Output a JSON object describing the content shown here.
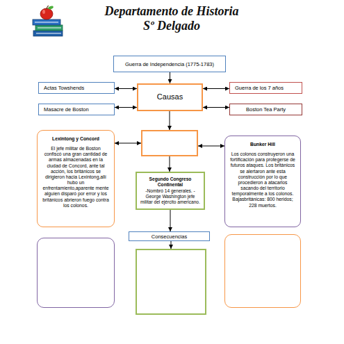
{
  "diagram": {
    "title": "Departamento de Historia Sº Delgado",
    "nodes": [
      {
        "text": [
          "Guerra de Independencia (1775-1783)"
        ]
      },
      {
        "text": [
          "Actas Towshends"
        ]
      },
      {
        "text": [
          "Causas"
        ]
      },
      {
        "text": [
          "Guerra de los 7 años"
        ]
      },
      {
        "text": [
          "Masacre de Boston"
        ]
      },
      {
        "text": [
          "Boston Tea Party"
        ]
      },
      {
        "text": [
          "Lexintong y Concord",
          "El jefe militar de Boston confiscó una gran cantidad de armas almacenadas en la ciudad de Concord, ante tal acción, los británicos se dirigieron hacia Lexintong,allí hubo un enfrentamiento,aparente mente alguien disparó por error y los británicos abrieron fuego contra los colonos."
        ]
      },
      {
        "text": []
      },
      {
        "text": [
          "Bunker Hill",
          "Los colonos construyeron una fortificación para protegerse de futuros ataques. Los británicos se alertaron ante esta construcción por lo que procedieron a atacarlos sacando del territorio temporalmente a los colonos. Bajasbritánicas: 800 heridos; 228 muertos."
        ]
      },
      {
        "text": [
          "Segundo Congreso Continental",
          "-Nombró 14 generales. -George Washington jefe militar del ejército americano."
        ]
      },
      {
        "text": [
          "Consecuencias"
        ]
      },
      {
        "text": []
      },
      {
        "text": []
      },
      {
        "text": []
      }
    ],
    "edges": [
      {
        "from": 0,
        "to": 2,
        "arrow": "to"
      },
      {
        "from": 1,
        "to": 2,
        "arrow": "both"
      },
      {
        "from": 2,
        "to": 3,
        "arrow": "both"
      },
      {
        "from": 4,
        "to": 2,
        "arrow": "both"
      },
      {
        "from": 2,
        "to": 5,
        "arrow": "both"
      },
      {
        "from": 2,
        "to": 7,
        "arrow": "to"
      },
      {
        "from": 6,
        "to": 7,
        "arrow": "both"
      },
      {
        "from": 7,
        "to": 8,
        "arrow": "both"
      },
      {
        "from": 7,
        "to": 9,
        "arrow": "to"
      },
      {
        "from": 9,
        "to": 10,
        "arrow": "to"
      },
      {
        "from": 10,
        "to": 12,
        "arrow": "to"
      }
    ]
  }
}
